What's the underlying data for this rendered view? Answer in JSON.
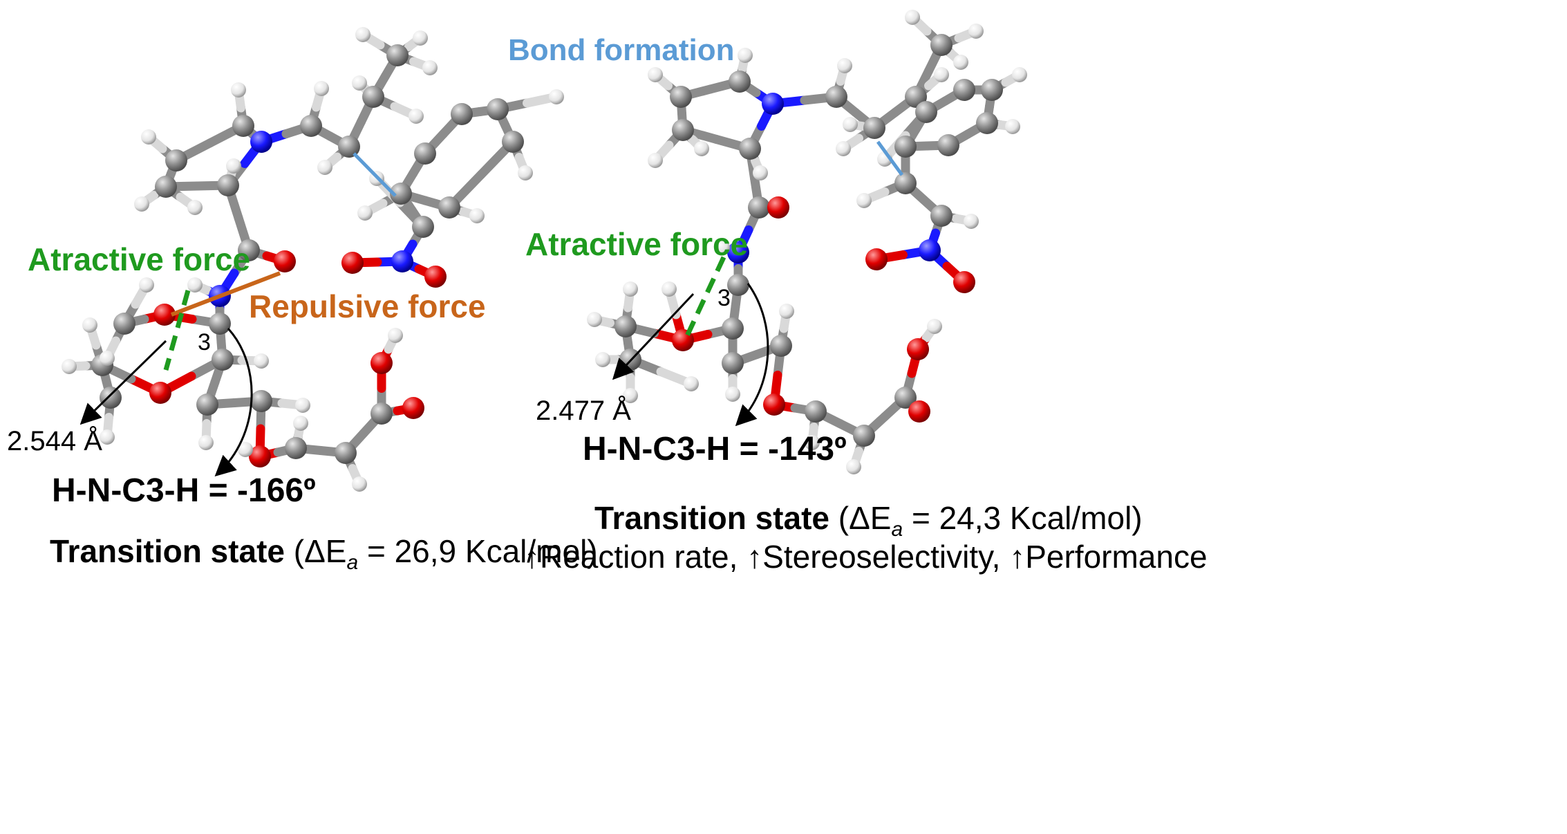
{
  "left": {
    "attractive_label": "Atractive force",
    "repulsive_label": "Repulsive force",
    "distance_label": "2.544 Å",
    "atom_index": "3",
    "dihedral_label": "H-N-C3-H = -166º",
    "ts_title": "Transition state",
    "ts_open": " (ΔE",
    "ts_sub": "a",
    "ts_value": " = 26,9 Kcal/mol)"
  },
  "right": {
    "bond_label": "Bond formation",
    "attractive_label": "Atractive force",
    "distance_label": "2.477 Å",
    "atom_index": "3",
    "dihedral_label": "H-N-C3-H = -143º",
    "ts_title": "Transition state",
    "ts_open": " (ΔE",
    "ts_sub": "a",
    "ts_value": " = 24,3 Kcal/mol)",
    "effects": "↑Reaction rate, ↑Stereoselectivity, ↑Performance"
  },
  "colors": {
    "carbon": "#8c8c8c",
    "hydrogen": "#f2f2f2",
    "nitrogen": "#1a1aff",
    "oxygen": "#e00000",
    "attractive": "#1f9a1f",
    "repulsive": "#c8651a",
    "bond_formation": "#5b9bd5"
  }
}
